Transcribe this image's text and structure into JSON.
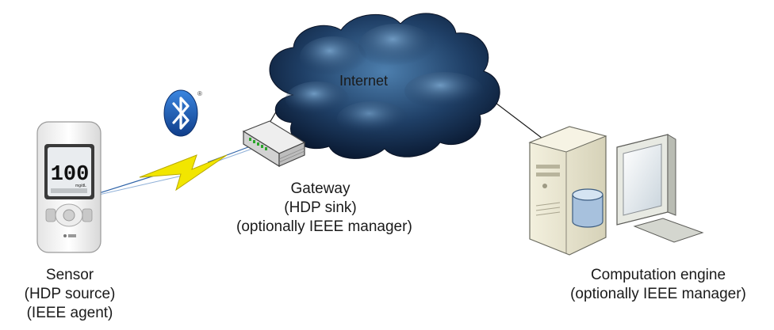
{
  "internet": {
    "label": "Internet"
  },
  "gateway": {
    "lines": [
      "Gateway",
      "(HDP sink)",
      "(optionally IEEE manager)"
    ]
  },
  "sensor": {
    "lines": [
      "Sensor",
      "(HDP source)",
      "(IEEE agent)"
    ],
    "display_value": "100",
    "display_unit": "mg/dL"
  },
  "computation": {
    "lines": [
      "Computation engine",
      "(optionally IEEE manager)"
    ]
  },
  "bluetooth": {
    "mark": "®"
  },
  "colors": {
    "cloud_dark": "#0b1a33",
    "cloud_light": "#3f6f9c",
    "bluetooth_blue": "#1d5fb6",
    "bolt_yellow": "#f2e600",
    "link_blue": "#2e63a8"
  }
}
